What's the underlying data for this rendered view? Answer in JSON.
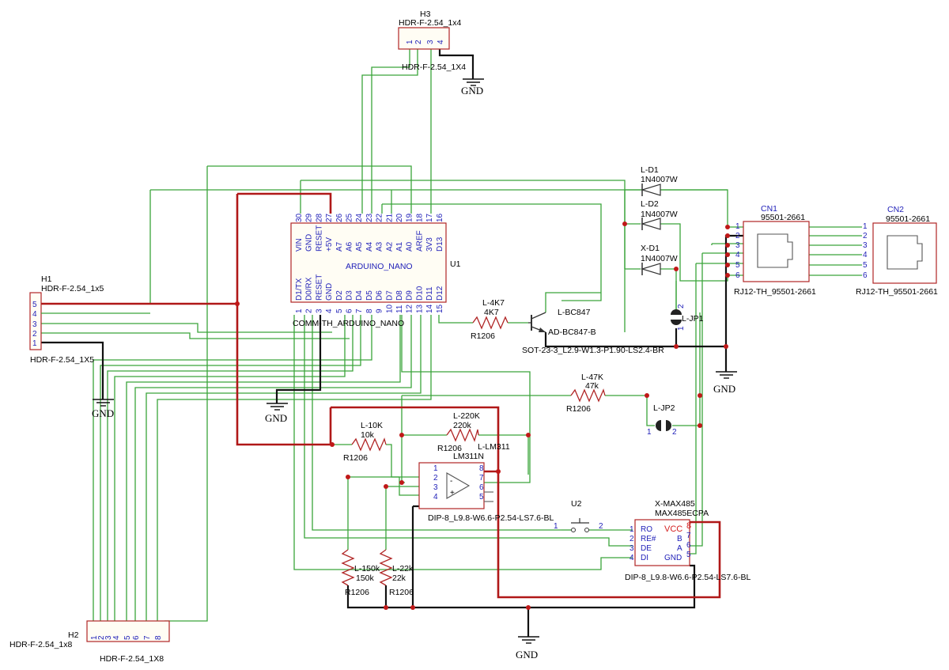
{
  "components": {
    "h3": {
      "ref": "H3",
      "value": "HDR-F-2.54_1x4",
      "footprint": "HDR-F-2.54_1X4",
      "pins": [
        "1",
        "2",
        "3",
        "4"
      ]
    },
    "h1": {
      "ref": "H1",
      "value": "HDR-F-2.54_1x5",
      "footprint": "HDR-F-2.54_1X5",
      "pins": [
        "5",
        "4",
        "3",
        "2",
        "1"
      ]
    },
    "h2": {
      "ref": "H2",
      "value": "HDR-F-2.54_1x8",
      "footprint": "HDR-F-2.54_1X8",
      "pins": [
        "1",
        "2",
        "3",
        "4",
        "5",
        "6",
        "7",
        "8"
      ]
    },
    "u1": {
      "ref": "U1",
      "value": "ARDUINO_NANO",
      "footprint": "COMM-TH_ARDUINO_NANO",
      "top_pins": [
        {
          "num": "30",
          "name": "VIN"
        },
        {
          "num": "29",
          "name": "GND"
        },
        {
          "num": "28",
          "name": "RESET"
        },
        {
          "num": "27",
          "name": "+5V"
        },
        {
          "num": "26",
          "name": "A7"
        },
        {
          "num": "25",
          "name": "A6"
        },
        {
          "num": "24",
          "name": "A5"
        },
        {
          "num": "23",
          "name": "A4"
        },
        {
          "num": "22",
          "name": "A3"
        },
        {
          "num": "21",
          "name": "A2"
        },
        {
          "num": "20",
          "name": "A1"
        },
        {
          "num": "19",
          "name": "A0"
        },
        {
          "num": "18",
          "name": "AREF"
        },
        {
          "num": "17",
          "name": "3V3"
        },
        {
          "num": "16",
          "name": "D13"
        }
      ],
      "bottom_pins": [
        {
          "num": "1",
          "name": "D1/TX"
        },
        {
          "num": "2",
          "name": "D0/RX"
        },
        {
          "num": "3",
          "name": "RESET"
        },
        {
          "num": "4",
          "name": "GND"
        },
        {
          "num": "5",
          "name": "D2"
        },
        {
          "num": "6",
          "name": "D3"
        },
        {
          "num": "7",
          "name": "D4"
        },
        {
          "num": "8",
          "name": "D5"
        },
        {
          "num": "9",
          "name": "D6"
        },
        {
          "num": "10",
          "name": "D7"
        },
        {
          "num": "11",
          "name": "D8"
        },
        {
          "num": "12",
          "name": "D9"
        },
        {
          "num": "13",
          "name": "D10"
        },
        {
          "num": "14",
          "name": "D11"
        },
        {
          "num": "15",
          "name": "D12"
        }
      ]
    },
    "ld1": {
      "ref": "L-D1",
      "value": "1N4007W"
    },
    "ld2": {
      "ref": "L-D2",
      "value": "1N4007W"
    },
    "xd1": {
      "ref": "X-D1",
      "value": "1N4007W"
    },
    "cn1": {
      "ref": "CN1",
      "value": "95501-2661",
      "footprint": "RJ12-TH_95501-2661",
      "pins": [
        "1",
        "2",
        "3",
        "4",
        "5",
        "6"
      ]
    },
    "cn2": {
      "ref": "CN2",
      "value": "95501-2661",
      "footprint": "RJ12-TH_95501-2661",
      "pins": [
        "1",
        "2",
        "3",
        "4",
        "5",
        "6"
      ]
    },
    "l4k7": {
      "ref": "L-4K7",
      "value": "4K7",
      "footprint": "R1206"
    },
    "lbc847": {
      "ref": "L-BC847",
      "value": "AD-BC847-B",
      "footprint": "SOT-23-3_L2.9-W1.3-P1.90-LS2.4-BR"
    },
    "ljp1": {
      "ref": "L-JP1",
      "pins": [
        "1",
        "2"
      ]
    },
    "l47k": {
      "ref": "L-47K",
      "value": "47k",
      "footprint": "R1206"
    },
    "ljp2": {
      "ref": "L-JP2",
      "pins": [
        "1",
        "2"
      ]
    },
    "l10k": {
      "ref": "L-10K",
      "value": "10k",
      "footprint": "R1206"
    },
    "l220k": {
      "ref": "L-220K",
      "value": "220k",
      "footprint": "R1206"
    },
    "llm311": {
      "ref": "L-LM311",
      "value": "LM311N",
      "footprint": "DIP-8_L9.8-W6.6-P2.54-LS7.6-BL",
      "pins_left": [
        "1",
        "2",
        "3",
        "4"
      ],
      "pins_right": [
        "8",
        "7",
        "6",
        "5"
      ]
    },
    "u2": {
      "ref": "U2",
      "pins": [
        "1",
        "2"
      ]
    },
    "xmax485": {
      "ref": "X-MAX485",
      "value": "MAX485ECPA",
      "footprint": "DIP-8_L9.8-W6.6-P2.54-LS7.6-BL",
      "left_pins": [
        {
          "num": "1",
          "name": "RO"
        },
        {
          "num": "2",
          "name": "RE#"
        },
        {
          "num": "3",
          "name": "DE"
        },
        {
          "num": "4",
          "name": "DI"
        }
      ],
      "right_pins": [
        {
          "num": "8",
          "name": "VCC"
        },
        {
          "num": "7",
          "name": "B"
        },
        {
          "num": "6",
          "name": "A"
        },
        {
          "num": "5",
          "name": "GND"
        }
      ]
    },
    "l150k": {
      "ref": "L-150k",
      "value": "150k",
      "footprint": "R1206"
    },
    "l22k": {
      "ref": "L-22k",
      "value": "22k",
      "footprint": "R1206"
    }
  },
  "ground_label": "GND",
  "colors": {
    "wire": "#3aa43a",
    "ground_wire": "#111111",
    "power_wire": "#b01818",
    "outline": "#b02525",
    "pin_text": "#1f1fb8"
  }
}
